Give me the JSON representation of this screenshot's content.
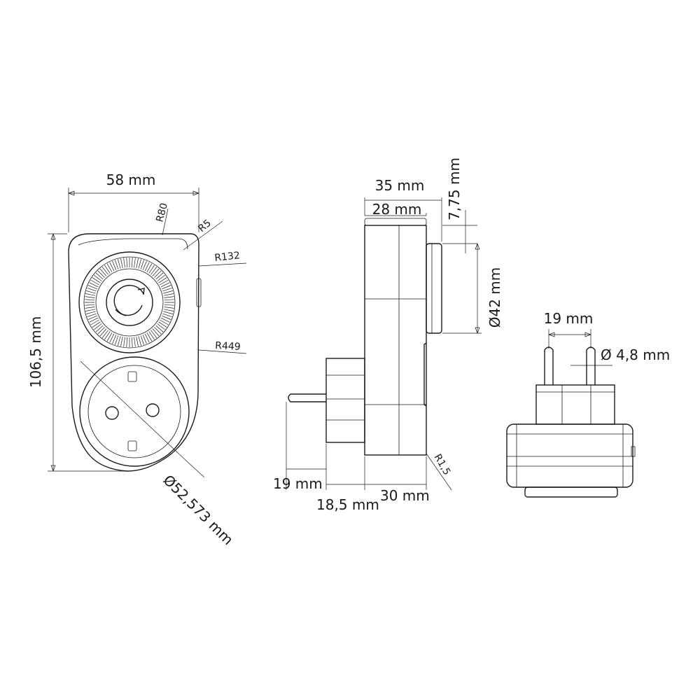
{
  "front_view": {
    "width": "58 mm",
    "height": "106,5 mm",
    "socket_diameter": "Ø52,573 mm",
    "radius_top_left": "R80",
    "radius_corner": "R5",
    "radius_side_upper": "R132",
    "radius_side_lower": "R449"
  },
  "side_view": {
    "total_depth": "35 mm",
    "body_depth": "28 mm",
    "dial_protrusion": "7,75 mm",
    "dial_diameter": "Ø42 mm",
    "plug_pin_length": "19 mm",
    "plug_base_depth": "18,5 mm",
    "rear_depth": "30 mm",
    "edge_radius": "R1,5"
  },
  "bottom_view": {
    "pin_spacing": "19 mm",
    "pin_diameter": "Ø 4,8 mm"
  }
}
